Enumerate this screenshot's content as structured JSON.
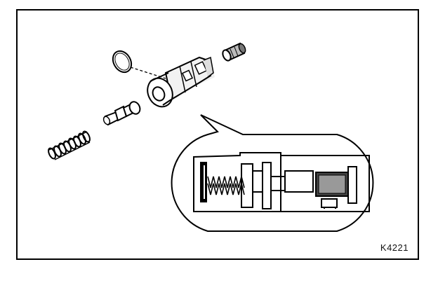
{
  "figure": {
    "reference_code": "K4221",
    "components": [
      "o-ring",
      "valve-body",
      "filter",
      "valve-pin",
      "spring",
      "detail-callout"
    ]
  }
}
